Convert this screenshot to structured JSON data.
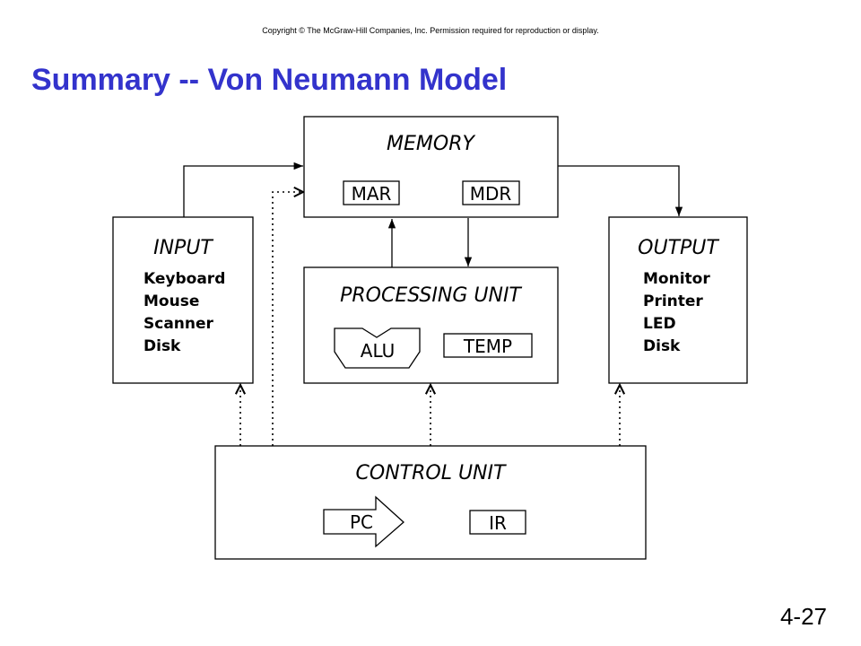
{
  "header": {
    "copyright": "Copyright © The McGraw-Hill Companies, Inc.  Permission required for reproduction or display.",
    "title": "Summary -- Von Neumann Model"
  },
  "diagram": {
    "memory": {
      "label": "MEMORY",
      "registers": [
        "MAR",
        "MDR"
      ]
    },
    "input": {
      "label": "INPUT",
      "devices": [
        "Keyboard",
        "Mouse",
        "Scanner",
        "Disk"
      ]
    },
    "processing_unit": {
      "label": "PROCESSING UNIT",
      "alu": "ALU",
      "temp": "TEMP"
    },
    "output": {
      "label": "OUTPUT",
      "devices": [
        "Monitor",
        "Printer",
        "LED",
        "Disk"
      ]
    },
    "control_unit": {
      "label": "CONTROL UNIT",
      "pc": "PC",
      "ir": "IR"
    }
  },
  "footer": {
    "page_number": "4-27"
  }
}
